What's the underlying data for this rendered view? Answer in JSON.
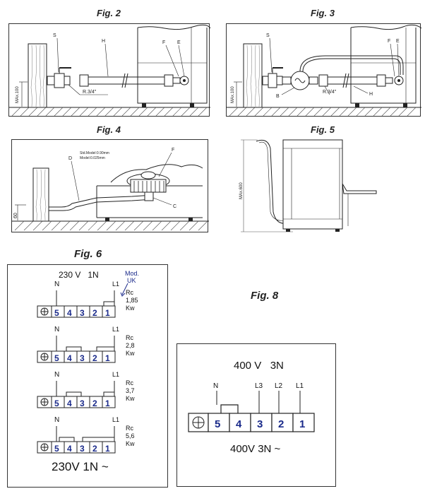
{
  "fig2": {
    "title": "Fig. 2",
    "labels": {
      "s": "S",
      "h": "H",
      "f": "F",
      "e": "E",
      "thread": "R.3/4\"",
      "max": "MAx.100"
    }
  },
  "fig3": {
    "title": "Fig. 3",
    "labels": {
      "s": "S",
      "f": "F",
      "e": "E",
      "b": "B",
      "h": "H",
      "thread": "R.3/4\"",
      "max": "MAx.100"
    }
  },
  "fig4": {
    "title": "Fig. 4",
    "labels": {
      "d": "D",
      "f": "F",
      "c": "C",
      "dim": "60",
      "note1": "Std.Model:0.90mm",
      "note2": "Model:0.025mm"
    }
  },
  "fig5": {
    "title": "Fig. 5",
    "labels": {
      "max": "MAx.600"
    }
  },
  "fig6": {
    "title": "Fig. 6",
    "header": "230 V   1N",
    "mod": "Mod.",
    "uk": "UK",
    "footer": "230V 1N ~",
    "blocks": [
      {
        "n": "N",
        "l1": "L1",
        "rc": "Rc",
        "power": "1,85",
        "unit": "Kw"
      },
      {
        "n": "N",
        "l1": "L1",
        "rc": "Rc",
        "power": "2,8",
        "unit": "Kw"
      },
      {
        "n": "N",
        "l1": "L1",
        "rc": "Rc",
        "power": "3,7",
        "unit": "Kw"
      },
      {
        "n": "N",
        "l1": "L1",
        "rc": "Rc",
        "power": "5,6",
        "unit": "Kw"
      }
    ],
    "terminals": [
      "5",
      "4",
      "3",
      "2",
      "1"
    ]
  },
  "fig8": {
    "title": "Fig. 8",
    "header": "400 V   3N",
    "wires": {
      "n": "N",
      "l3": "L3",
      "l2": "L2",
      "l1": "L1"
    },
    "terminals": [
      "5",
      "4",
      "3",
      "2",
      "1"
    ],
    "footer": "400V 3N ~"
  }
}
